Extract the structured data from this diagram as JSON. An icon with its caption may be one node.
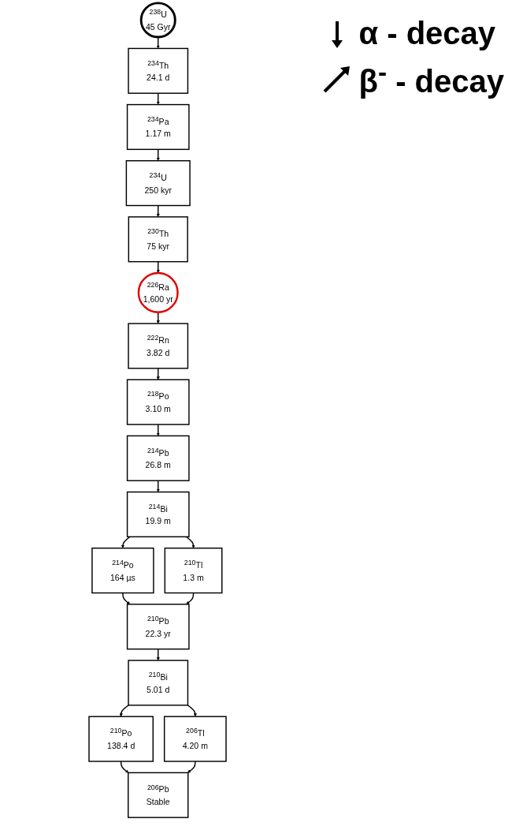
{
  "diagram": {
    "nodes": [
      {
        "text": [
          "$^{238}$U",
          "45 Gyr"
        ]
      },
      {
        "text": [
          "$^{234}$U",
          "250 kyr"
        ]
      },
      {
        "text": [
          "$^{234}$Pa",
          "1.17 m"
        ]
      },
      {
        "text": [
          "$^{234}$Th",
          "24.1 d"
        ]
      },
      {
        "text": [
          "$^{230}$Th",
          "75 kyr"
        ]
      },
      {
        "text": [
          "$^{226}$Ra",
          "1,600 yr"
        ]
      },
      {
        "text": [
          "$^{222}$Rn",
          "3.82 d"
        ]
      },
      {
        "text": [
          "$^{218}$Po",
          "3.10 m"
        ]
      },
      {
        "text": [
          "$^{214}$Po",
          "164 µs"
        ]
      },
      {
        "text": [
          "$^{210}$Po",
          "138.4 d"
        ]
      },
      {
        "text": [
          "$^{214}$Bi",
          "19.9 m"
        ]
      },
      {
        "text": [
          "$^{210}$Bi",
          "5.01 d"
        ]
      },
      {
        "text": [
          "$^{214}$Pb",
          "26.8 m"
        ]
      },
      {
        "text": [
          "$^{210}$Pb",
          "22.3 yr"
        ]
      },
      {
        "text": [
          "$^{206}$Pb",
          "Stable"
        ]
      },
      {
        "text": [
          "$^{210}$Tl",
          "1.3 m"
        ]
      },
      {
        "text": [
          "$^{206}$Tl",
          "4.20 m"
        ]
      }
    ],
    "edges": [
      {
        "from": 0,
        "to": 3,
        "arrow": "to"
      },
      {
        "from": 3,
        "to": 2,
        "arrow": "to"
      },
      {
        "from": 2,
        "to": 1,
        "arrow": "to"
      },
      {
        "from": 1,
        "to": 4,
        "arrow": "to"
      },
      {
        "from": 4,
        "to": 5,
        "arrow": "to"
      },
      {
        "from": 5,
        "to": 6,
        "arrow": "to"
      },
      {
        "from": 6,
        "to": 7,
        "arrow": "to"
      },
      {
        "from": 7,
        "to": 12,
        "arrow": "to"
      },
      {
        "from": 12,
        "to": 10,
        "arrow": "to"
      },
      {
        "from": 10,
        "to": 8,
        "arrow": "to"
      },
      {
        "from": 10,
        "to": 15,
        "arrow": "to"
      },
      {
        "from": 8,
        "to": 13,
        "arrow": "to"
      },
      {
        "from": 15,
        "to": 13,
        "arrow": "to"
      },
      {
        "from": 13,
        "to": 11,
        "arrow": "to"
      },
      {
        "from": 11,
        "to": 9,
        "arrow": "to"
      },
      {
        "from": 11,
        "to": 16,
        "arrow": "to"
      },
      {
        "from": 9,
        "to": 14,
        "arrow": "to"
      },
      {
        "from": 16,
        "to": 14,
        "arrow": "to"
      }
    ],
    "legend": [
      {
        "text": "α - decay"
      },
      {
        "text": "β$^{-}$ - decay"
      }
    ]
  }
}
